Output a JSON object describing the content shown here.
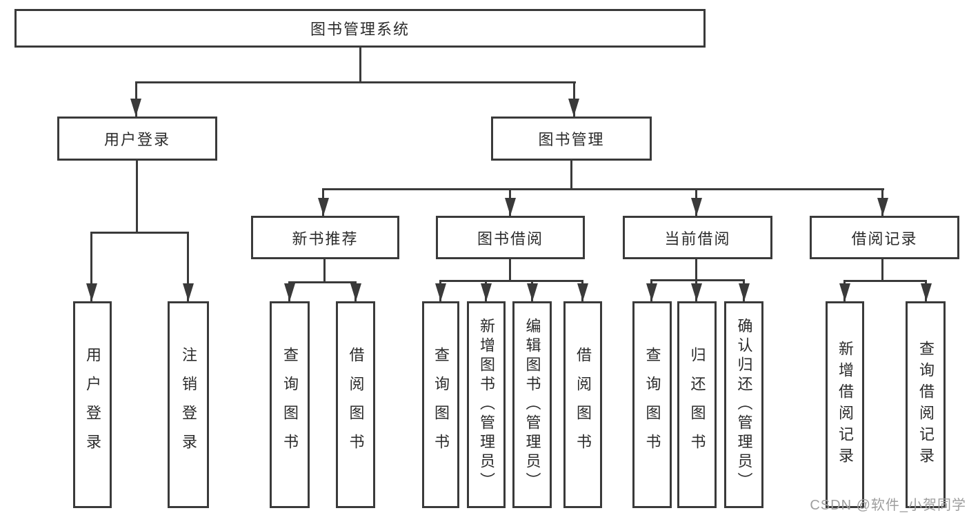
{
  "diagram_title": "图书管理系统",
  "nodes": {
    "root": {
      "label": "图书管理系统"
    },
    "level2": [
      {
        "label": "用户登录"
      },
      {
        "label": "图书管理"
      }
    ],
    "level3": [
      {
        "label": "新书推荐"
      },
      {
        "label": "图书借阅"
      },
      {
        "label": "当前借阅"
      },
      {
        "label": "借阅记录"
      }
    ],
    "level4": [
      {
        "label": "用户登录"
      },
      {
        "label": "注销登录"
      },
      {
        "label": "查询图书"
      },
      {
        "label": "借阅图书"
      },
      {
        "label": "查询图书"
      },
      {
        "label": "新增图书（管理员）"
      },
      {
        "label": "编辑图书（管理员）"
      },
      {
        "label": "借阅图书"
      },
      {
        "label": "查询图书"
      },
      {
        "label": "归还图书"
      },
      {
        "label": "确认归还（管理员）"
      },
      {
        "label": "新增借阅记录"
      },
      {
        "label": "查询借阅记录"
      }
    ]
  },
  "hierarchy": {
    "图书管理系统": [
      "用户登录",
      "图书管理"
    ],
    "用户登录": [
      "用户登录",
      "注销登录"
    ],
    "图书管理": [
      "新书推荐",
      "图书借阅",
      "当前借阅",
      "借阅记录"
    ],
    "新书推荐": [
      "查询图书",
      "借阅图书"
    ],
    "图书借阅": [
      "查询图书",
      "新增图书（管理员）",
      "编辑图书（管理员）",
      "借阅图书"
    ],
    "当前借阅": [
      "查询图书",
      "归还图书",
      "确认归还（管理员）"
    ],
    "借阅记录": [
      "新增借阅记录",
      "查询借阅记录"
    ]
  },
  "watermark": "CSDN @软件_小贺同学",
  "colors": {
    "line": "#3a3a3a",
    "text": "#2b2b2b",
    "watermark": "#9e9e9e",
    "background": "#ffffff"
  }
}
